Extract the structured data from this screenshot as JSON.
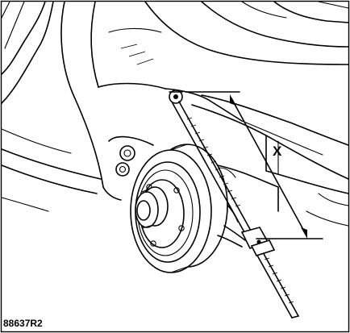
{
  "figure": {
    "dimension_label": "X",
    "reference_code": "88637R2"
  },
  "icons": [
    "wheel-arch",
    "brake-drum",
    "wheel-hub",
    "measuring-rod",
    "dimension-arrow"
  ]
}
